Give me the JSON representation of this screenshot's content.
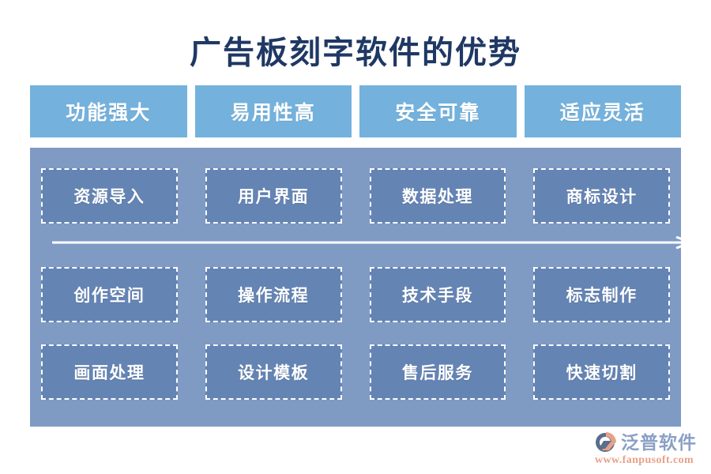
{
  "title": "广告板刻字软件的优势",
  "colors": {
    "title_text": "#1f3864",
    "header_bar": "#74b2dd",
    "panel_bg": "#7f9bc4",
    "cell_bg": "#6484b4",
    "cell_border": "#ffffff",
    "arrow": "#ffffff",
    "logo_name": "#8aa0c4",
    "logo_url": "#e8a08a",
    "logo_mark_accent": "#e8a08a",
    "logo_mark_dark": "#5a6e8c"
  },
  "headers": [
    {
      "label": "功能强大"
    },
    {
      "label": "易用性高"
    },
    {
      "label": "安全可靠"
    },
    {
      "label": "适应灵活"
    }
  ],
  "rows": [
    {
      "cells": [
        {
          "label": "资源导入"
        },
        {
          "label": "用户界面"
        },
        {
          "label": "数据处理"
        },
        {
          "label": "商标设计"
        }
      ]
    },
    {
      "cells": [
        {
          "label": "创作空间"
        },
        {
          "label": "操作流程"
        },
        {
          "label": "技术手段"
        },
        {
          "label": "标志制作"
        }
      ]
    },
    {
      "cells": [
        {
          "label": "画面处理"
        },
        {
          "label": "设计模板"
        },
        {
          "label": "售后服务"
        },
        {
          "label": "快速切割"
        }
      ]
    }
  ],
  "arrow": {
    "icon": "right-arrow-icon",
    "direction": "right"
  },
  "logo": {
    "mark_icon": "fanpu-circle-logo-icon",
    "name": "泛普软件",
    "url": "www.fanpusoft.com"
  }
}
